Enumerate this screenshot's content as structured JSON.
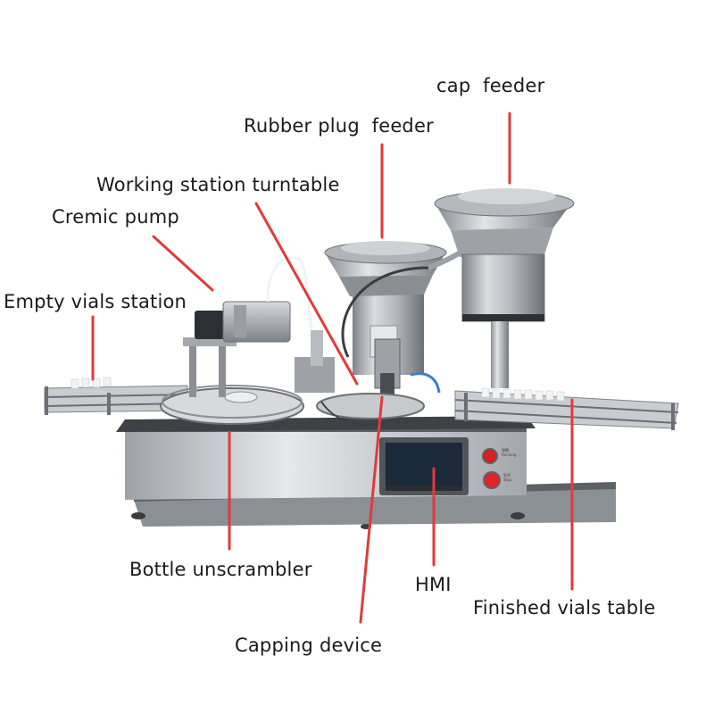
{
  "labels": {
    "cap_feeder": "cap  feeder",
    "rubber_plug_feeder": "Rubber plug  feeder",
    "working_station_turntable": "Working station turntable",
    "cremic_pump": "Cremic pump",
    "empty_vials_station": "Empty vials station",
    "bottle_unscrambler": "Bottle unscrambler",
    "hmi": "HMI",
    "finished_vials_table": "Finished vials table",
    "capping_device": "Capping device"
  },
  "buttons": {
    "top_label": "運轉\nRunning",
    "bottom_label": "急停\nStop"
  },
  "colors": {
    "callout_line": "#e23a3a",
    "steel": "#b9bdc2",
    "dark_steel": "#6f7479",
    "screen": "#1b2a3a",
    "button_red": "#d92020"
  }
}
